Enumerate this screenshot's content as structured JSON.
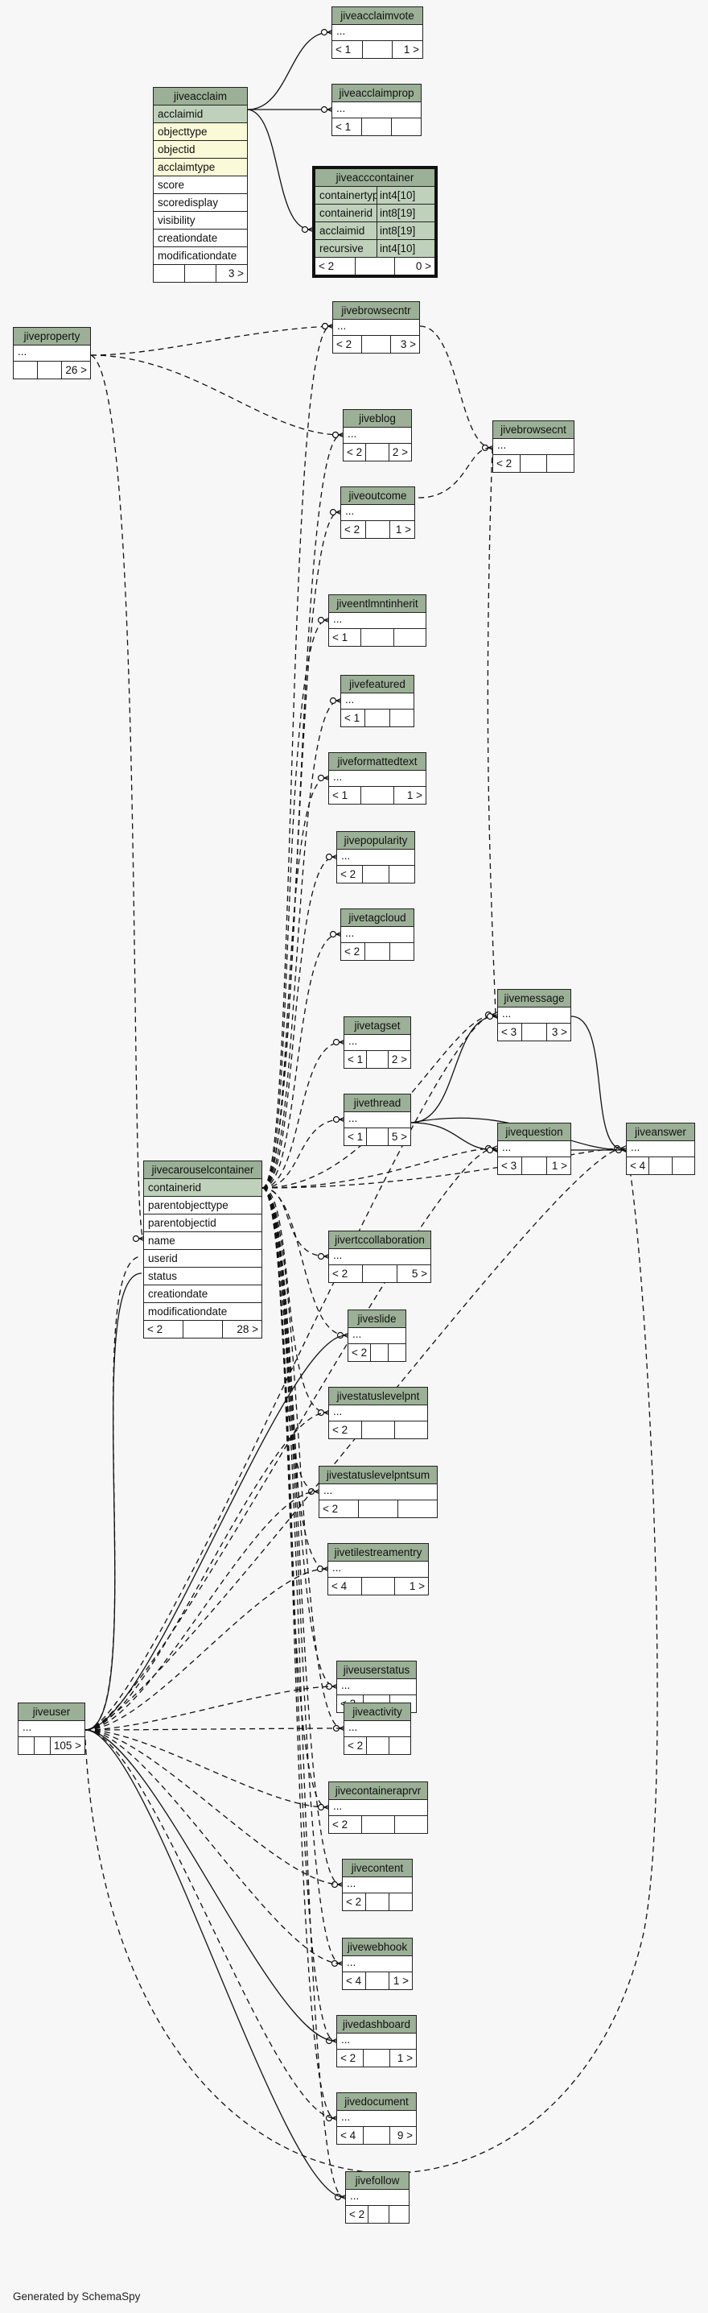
{
  "footer": "Generated by SchemaSpy",
  "tables": {
    "jiveacclaim": {
      "title": "jiveacclaim",
      "cols": [
        "acclaimid",
        "objecttype",
        "objectid",
        "acclaimtype",
        "score",
        "scoredisplay",
        "visibility",
        "creationdate",
        "modificationdate"
      ],
      "foot": [
        "",
        "",
        "3 >"
      ]
    },
    "jiveacclaimvote": {
      "title": "jiveacclaimvote",
      "dots": "...",
      "foot": [
        "< 1",
        "",
        "1 >"
      ]
    },
    "jiveacclaimprop": {
      "title": "jiveacclaimprop",
      "dots": "...",
      "foot": [
        "< 1",
        "",
        ""
      ]
    },
    "jiveacccontainer": {
      "title": "jiveacccontainer",
      "cols": [
        "containertype",
        "containerid",
        "acclaimid",
        "recursive"
      ],
      "types": [
        "int4[10]",
        "int8[19]",
        "int8[19]",
        "int4[10]"
      ],
      "foot": [
        "< 2",
        "",
        "0 >"
      ]
    },
    "jiveproperty": {
      "title": "jiveproperty",
      "dots": "...",
      "foot": [
        "",
        "",
        "26 >"
      ]
    },
    "jivebrowsecntr": {
      "title": "jivebrowsecntr",
      "dots": "...",
      "foot": [
        "< 2",
        "",
        "3 >"
      ]
    },
    "jivebrowsecnt": {
      "title": "jivebrowsecnt",
      "dots": "...",
      "foot": [
        "< 2",
        "",
        ""
      ]
    },
    "jiveblog": {
      "title": "jiveblog",
      "dots": "...",
      "foot": [
        "< 2",
        "",
        "2 >"
      ]
    },
    "jiveoutcome": {
      "title": "jiveoutcome",
      "dots": "...",
      "foot": [
        "< 2",
        "",
        "1 >"
      ]
    },
    "jiveentlmntinherit": {
      "title": "jiveentlmntinherit",
      "dots": "...",
      "foot": [
        "< 1",
        "",
        ""
      ]
    },
    "jivefeatured": {
      "title": "jivefeatured",
      "dots": "...",
      "foot": [
        "< 1",
        "",
        ""
      ]
    },
    "jiveformattedtext": {
      "title": "jiveformattedtext",
      "dots": "...",
      "foot": [
        "< 1",
        "",
        "1 >"
      ]
    },
    "jivepopularity": {
      "title": "jivepopularity",
      "dots": "...",
      "foot": [
        "< 2",
        "",
        ""
      ]
    },
    "jivetagcloud": {
      "title": "jivetagcloud",
      "dots": "...",
      "foot": [
        "< 2",
        "",
        ""
      ]
    },
    "jivemessage": {
      "title": "jivemessage",
      "dots": "...",
      "foot": [
        "< 3",
        "",
        "3 >"
      ]
    },
    "jivetagset": {
      "title": "jivetagset",
      "dots": "...",
      "foot": [
        "< 1",
        "",
        "2 >"
      ]
    },
    "jivethread": {
      "title": "jivethread",
      "dots": "...",
      "foot": [
        "< 1",
        "",
        "5 >"
      ]
    },
    "jivequestion": {
      "title": "jivequestion",
      "dots": "...",
      "foot": [
        "< 3",
        "",
        "1 >"
      ]
    },
    "jiveanswer": {
      "title": "jiveanswer",
      "dots": "...",
      "foot": [
        "< 4",
        "",
        ""
      ]
    },
    "jivecarouselcontainer": {
      "title": "jivecarouselcontainer",
      "cols": [
        "containerid",
        "parentobjecttype",
        "parentobjectid",
        "name",
        "userid",
        "status",
        "creationdate",
        "modificationdate"
      ],
      "foot": [
        "< 2",
        "",
        "28 >"
      ]
    },
    "jivertccollaboration": {
      "title": "jivertccollaboration",
      "dots": "...",
      "foot": [
        "< 2",
        "",
        "5 >"
      ]
    },
    "jiveslide": {
      "title": "jiveslide",
      "dots": "...",
      "foot": [
        "< 2",
        "",
        ""
      ]
    },
    "jivestatuslevelpnt": {
      "title": "jivestatuslevelpnt",
      "dots": "...",
      "foot": [
        "< 2",
        "",
        ""
      ]
    },
    "jivestatuslevelpntsum": {
      "title": "jivestatuslevelpntsum",
      "dots": "...",
      "foot": [
        "< 2",
        "",
        ""
      ]
    },
    "jivetilestreamentry": {
      "title": "jivetilestreamentry",
      "dots": "...",
      "foot": [
        "< 4",
        "",
        "1 >"
      ]
    },
    "jiveuser": {
      "title": "jiveuser",
      "dots": "...",
      "foot": [
        "",
        "",
        "105 >"
      ]
    },
    "jiveuserstatus": {
      "title": "jiveuserstatus",
      "dots": "...",
      "foot": [
        "< 2",
        "",
        ""
      ]
    },
    "jiveactivity": {
      "title": "jiveactivity",
      "dots": "...",
      "foot": [
        "< 2",
        "",
        ""
      ]
    },
    "jivecontaineraprvr": {
      "title": "jivecontaineraprvr",
      "dots": "...",
      "foot": [
        "< 2",
        "",
        ""
      ]
    },
    "jivecontent": {
      "title": "jivecontent",
      "dots": "...",
      "foot": [
        "< 2",
        "",
        ""
      ]
    },
    "jivewebhook": {
      "title": "jivewebhook",
      "dots": "...",
      "foot": [
        "< 4",
        "",
        "1 >"
      ]
    },
    "jivedashboard": {
      "title": "jivedashboard",
      "dots": "...",
      "foot": [
        "< 2",
        "",
        "1 >"
      ]
    },
    "jivedocument": {
      "title": "jivedocument",
      "dots": "...",
      "foot": [
        "< 4",
        "",
        "9 >"
      ]
    },
    "jivefollow": {
      "title": "jivefollow",
      "dots": "...",
      "foot": [
        "< 2",
        "",
        ""
      ]
    }
  }
}
